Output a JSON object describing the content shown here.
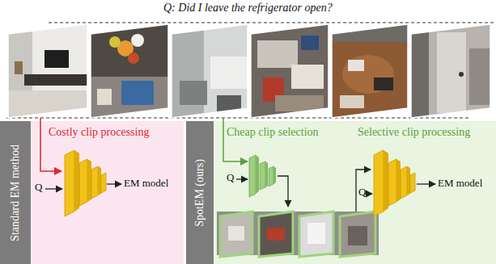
{
  "diagram": {
    "title": "Q: Did I leave the refrigerator open?",
    "nodes": [
      {
        "text": [
          "Costly clip processing"
        ]
      },
      {
        "text": [
          "Standard EM method"
        ],
        "in": 0
      },
      {
        "text": [
          "Cheap clip selection",
          "Selective clip processing"
        ]
      },
      {
        "text": [
          "SpotEM (ours)"
        ],
        "in": 2
      }
    ],
    "labels": [
      "Q",
      "EM model",
      "Q",
      "Q",
      "EM model"
    ]
  }
}
